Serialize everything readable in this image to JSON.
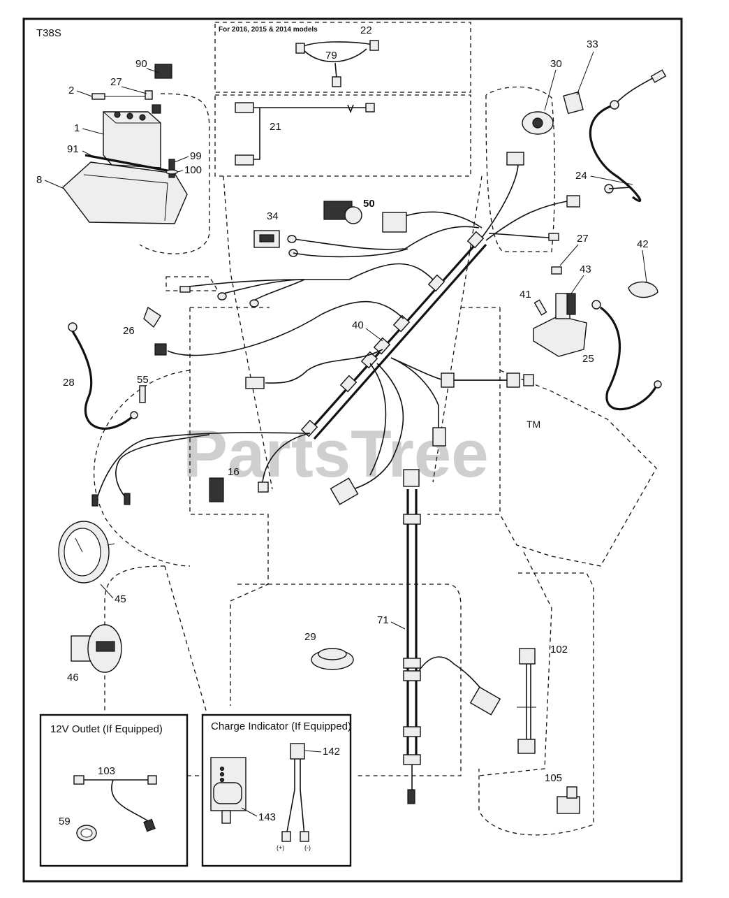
{
  "diagram_code": "T38S",
  "top_note": "For 2016, 2015 & 2014 models",
  "watermark": "PartsTree",
  "trademark": "TM",
  "boxes": {
    "outlet_title": "12V Outlet (If Equipped)",
    "charge_title": "Charge Indicator (If Equipped)",
    "plus_label": "(+)",
    "minus_label": "(-)"
  },
  "callouts": {
    "p1": "1",
    "p2": "2",
    "p8": "8",
    "p16": "16",
    "p21": "21",
    "p22": "22",
    "p24": "24",
    "p25": "25",
    "p26": "26",
    "p27a": "27",
    "p27b": "27",
    "p28": "28",
    "p29": "29",
    "p30": "30",
    "p33": "33",
    "p34": "34",
    "p40": "40",
    "p41": "41",
    "p42": "42",
    "p43": "43",
    "p45": "45",
    "p46": "46",
    "p50": "50",
    "p55": "55",
    "p59": "59",
    "p71": "71",
    "p79": "79",
    "p90": "90",
    "p91": "91",
    "p99": "99",
    "p100": "100",
    "p102": "102",
    "p103": "103",
    "p105": "105",
    "p142": "142",
    "p143": "143"
  }
}
